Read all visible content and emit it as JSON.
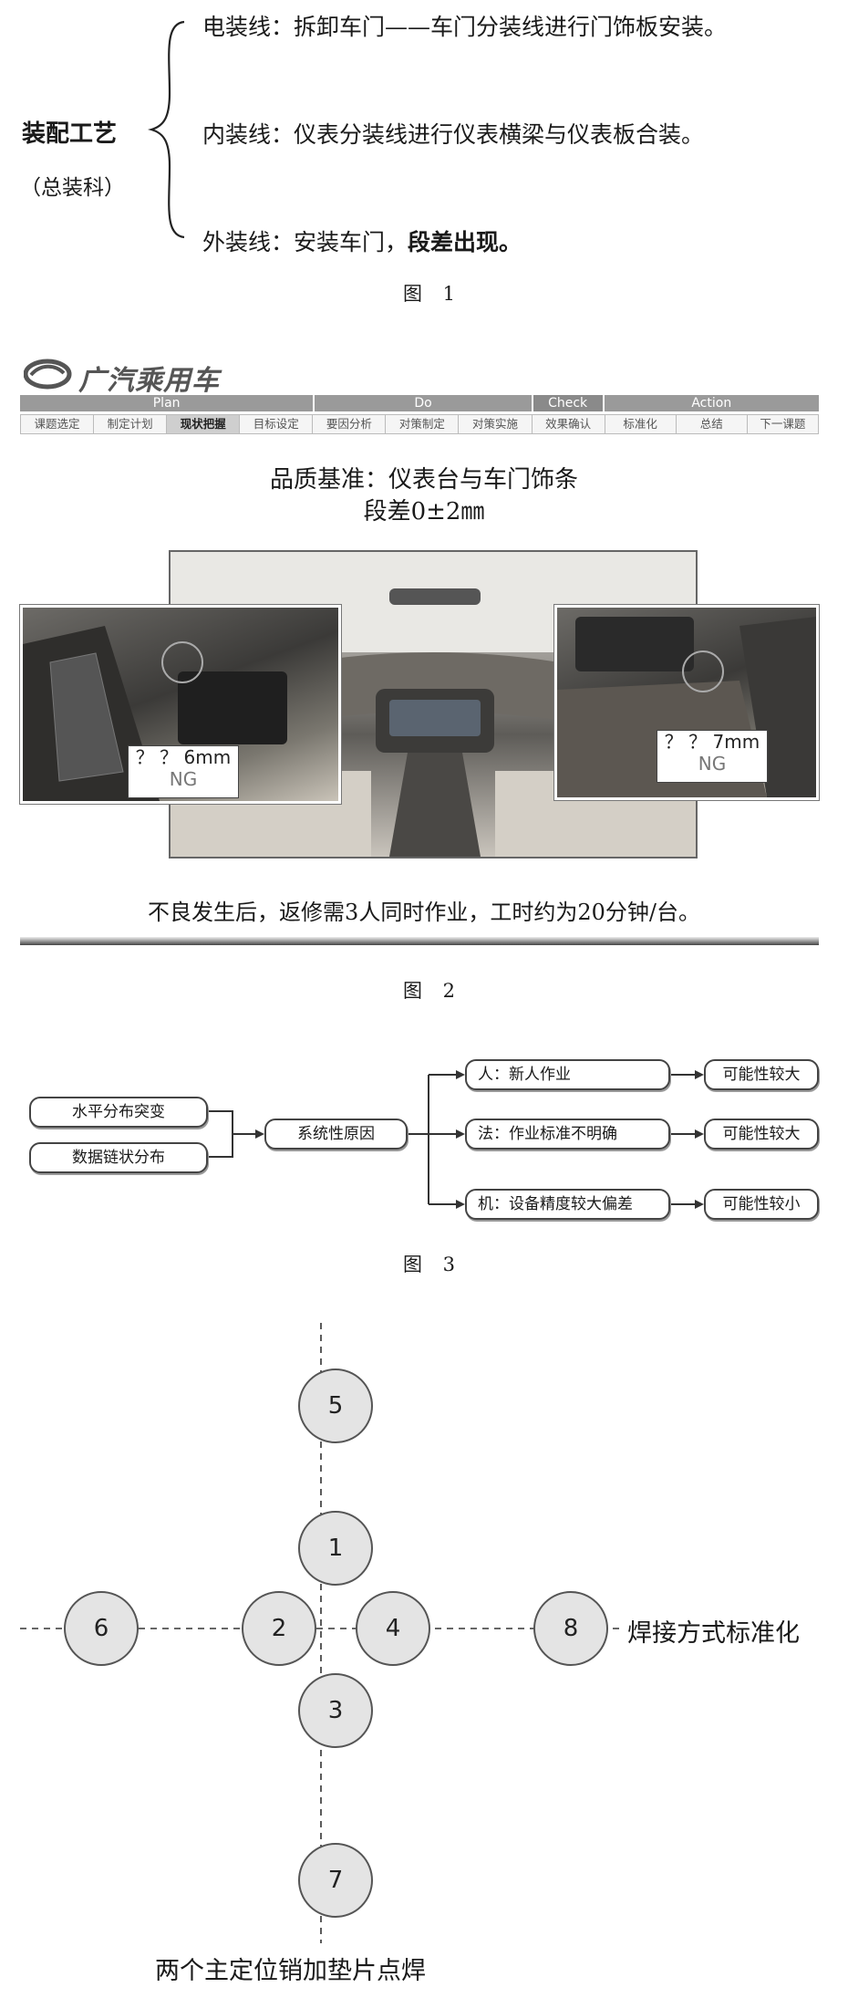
{
  "figure1": {
    "title": "装配工艺",
    "subtitle": "（总装科）",
    "lines": [
      {
        "label": "电装线：",
        "text": "拆卸车门——车门分装线进行门饰板安装。"
      },
      {
        "label": "内装线：",
        "text": "仪表分装线进行仪表横梁与仪表板合装。"
      },
      {
        "label": "外装线：",
        "text": "安装车门，",
        "emph": "段差出现。"
      }
    ],
    "caption": "图 1"
  },
  "figure2": {
    "logo": "广汽乘用车",
    "phases": [
      "Plan",
      "Do",
      "Check",
      "Action"
    ],
    "steps": [
      "课题选定",
      "制定计划",
      "现状把握",
      "目标设定",
      "要因分析",
      "对策制定",
      "对策实施",
      "效果确认",
      "标准化",
      "总结",
      "下一课题"
    ],
    "active_step": "现状把握",
    "standard_title": "品质基准：仪表台与车门饰条",
    "standard_value": "段差0±2㎜",
    "left_measure": {
      "value": "？ ？ 6mm",
      "result": "NG"
    },
    "right_measure": {
      "value": "？ ？ 7mm",
      "result": "NG"
    },
    "note": "不良发生后，返修需3人同时作业，工时约为20分钟/台。",
    "caption": "图 2",
    "colors": {
      "phase_bar": "#9a9a9a",
      "active_step": "#cfcfcf"
    }
  },
  "figure3": {
    "inputs": [
      "水平分布突变",
      "数据链状分布"
    ],
    "center": "系统性原因",
    "causes": [
      {
        "text": "人：新人作业",
        "result": "可能性较大"
      },
      {
        "text": "法：作业标准不明确",
        "result": "可能性较大"
      },
      {
        "text": "机：设备精度较大偏差",
        "result": "可能性较小"
      }
    ],
    "caption": "图 3"
  },
  "figure4": {
    "nodes": [
      "1",
      "2",
      "3",
      "4",
      "5",
      "6",
      "7",
      "8"
    ],
    "right_label": "焊接方式标准化",
    "bottom_label": "两个主定位销加垫片点焊"
  }
}
